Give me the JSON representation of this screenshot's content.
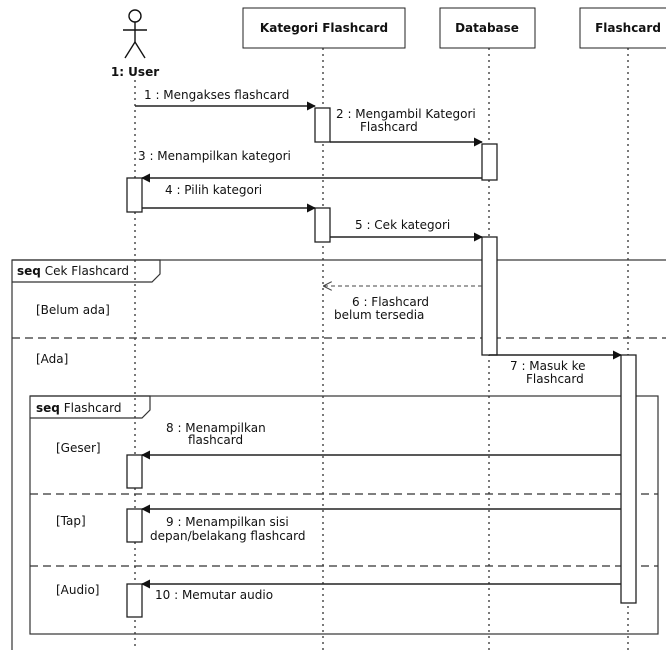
{
  "participants": [
    {
      "id": "user",
      "label": "1: User"
    },
    {
      "id": "kategori",
      "label": "Kategori Flashcard"
    },
    {
      "id": "database",
      "label": "Database"
    },
    {
      "id": "flashcard",
      "label": "Flashcard"
    }
  ],
  "messages": [
    {
      "lines": [
        "1 : Mengakses flashcard"
      ]
    },
    {
      "lines": [
        "2 : Mengambil Kategori",
        "Flashcard"
      ]
    },
    {
      "lines": [
        "3 : Menampilkan kategori"
      ]
    },
    {
      "lines": [
        "4 : Pilih kategori"
      ]
    },
    {
      "lines": [
        "5 : Cek kategori"
      ]
    },
    {
      "lines": [
        "6 : Flashcard",
        "belum tersedia"
      ]
    },
    {
      "lines": [
        "7 : Masuk ke",
        "Flashcard"
      ]
    },
    {
      "lines": [
        "8 : Menampilkan",
        "flashcard"
      ]
    },
    {
      "lines": [
        "9 : Menampilkan sisi",
        "depan/belakang flashcard"
      ]
    },
    {
      "lines": [
        "10 : Memutar audio"
      ]
    }
  ],
  "fragments": {
    "outer": {
      "keyword": "seq",
      "name": "Cek Flashcard",
      "guards": [
        "[Belum ada]",
        "[Ada]"
      ]
    },
    "inner": {
      "keyword": "seq",
      "name": "Flashcard",
      "guards": [
        "[Geser]",
        "[Tap]",
        "[Audio]"
      ]
    }
  }
}
